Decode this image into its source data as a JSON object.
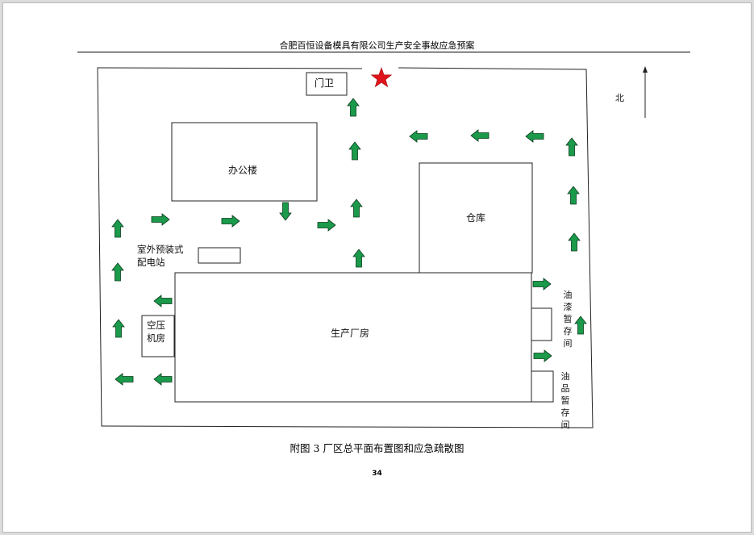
{
  "header": {
    "title": "合肥百恒设备模具有限公司生产安全事故应急预案"
  },
  "plan": {
    "gate": "门卫",
    "office": "办公楼",
    "warehouse": "仓库",
    "power_station": "室外预装式\n配电站",
    "air_compressor": "空压\n机房",
    "production": "生产厂房",
    "paint_storage": "油漆暂存间",
    "oil_storage": "油品暂存间",
    "north": "北",
    "colors": {
      "arrow": "#1a9a4a",
      "arrow_outline": "#0b3d1e",
      "star": "#e0141c"
    }
  },
  "caption": "附图 3  厂区总平面布置图和应急疏散图",
  "page_number": "34"
}
